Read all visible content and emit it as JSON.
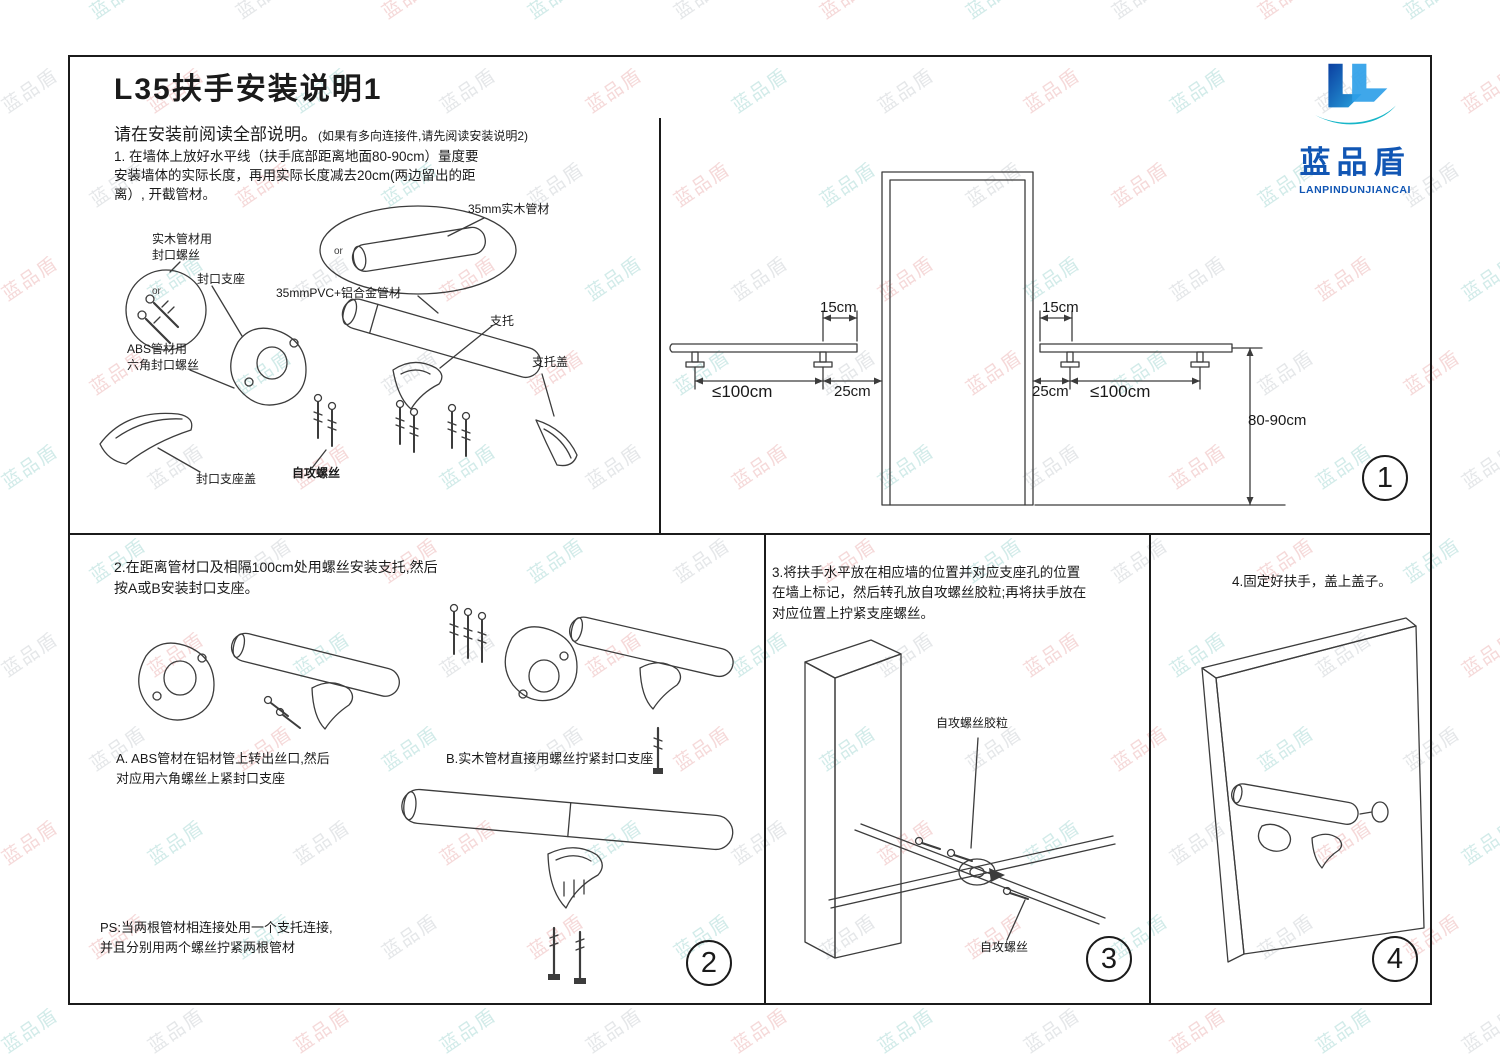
{
  "title": "L35扶手安装说明1",
  "logo": {
    "brand": "蓝品盾",
    "subtitle": "LANPINDUNJIANCAI"
  },
  "watermark": {
    "text": "蓝品盾",
    "color_red": "#edb5b5",
    "color_cyan": "#a6d8d4",
    "color_gray": "#ccd1d5"
  },
  "intro": {
    "headline": "请在安装前阅读全部说明。",
    "note": "(如果有多向连接件,请先阅读安装说明2)",
    "para": "1. 在墙体上放好水平线（扶手底部距离地面80-90cm）量度要\n安装墙体的实际长度，再用实际长度减去20cm(两边留出的距\n离）, 开截管材。"
  },
  "parts_labels": {
    "or": "or",
    "wood_seal_screw": "实木管材用\n封口螺丝",
    "seal_bracket": "封口支座",
    "wood_tube": "35mm实木管材",
    "alloy_tube": "35mmPVC+铝合金管材",
    "support": "支托",
    "abs_screw": "ABS管材用\n六角封口螺丝",
    "support_cover": "支托盖",
    "seal_bracket_cover": "封口支座盖",
    "tapping_screw": "自攻螺丝"
  },
  "wall_diagram": {
    "dim_15_left": "15cm",
    "dim_15_right": "15cm",
    "dim_le100_left": "≤100cm",
    "dim_25_left": "25cm",
    "dim_25_right": "25cm",
    "dim_le100_right": "≤100cm",
    "dim_height": "80-90cm"
  },
  "steps": {
    "n1": "1",
    "n2": "2",
    "n3": "3",
    "n4": "4"
  },
  "panel2": {
    "step_text": "2.在距离管材口及相隔100cm处用螺丝安装支托,然后\n按A或B安装封口支座。",
    "caption_a": "A. ABS管材在铝材管上转出丝口,然后\n对应用六角螺丝上紧封口支座",
    "caption_b": "B.实木管材直接用螺丝拧紧封口支座",
    "ps": "PS:当两根管材相连接处用一个支托连接,\n并且分别用两个螺丝拧紧两根管材"
  },
  "panel3": {
    "step_text": "3.将扶手水平放在相应墙的位置并对应支座孔的位置\n在墙上标记，然后转孔放自攻螺丝胶粒;再将扶手放在\n对应位置上拧紧支座螺丝。",
    "label_anchor": "自攻螺丝胶粒",
    "label_screw": "自攻螺丝"
  },
  "panel4": {
    "step_text": "4.固定好扶手，盖上盖子。"
  }
}
